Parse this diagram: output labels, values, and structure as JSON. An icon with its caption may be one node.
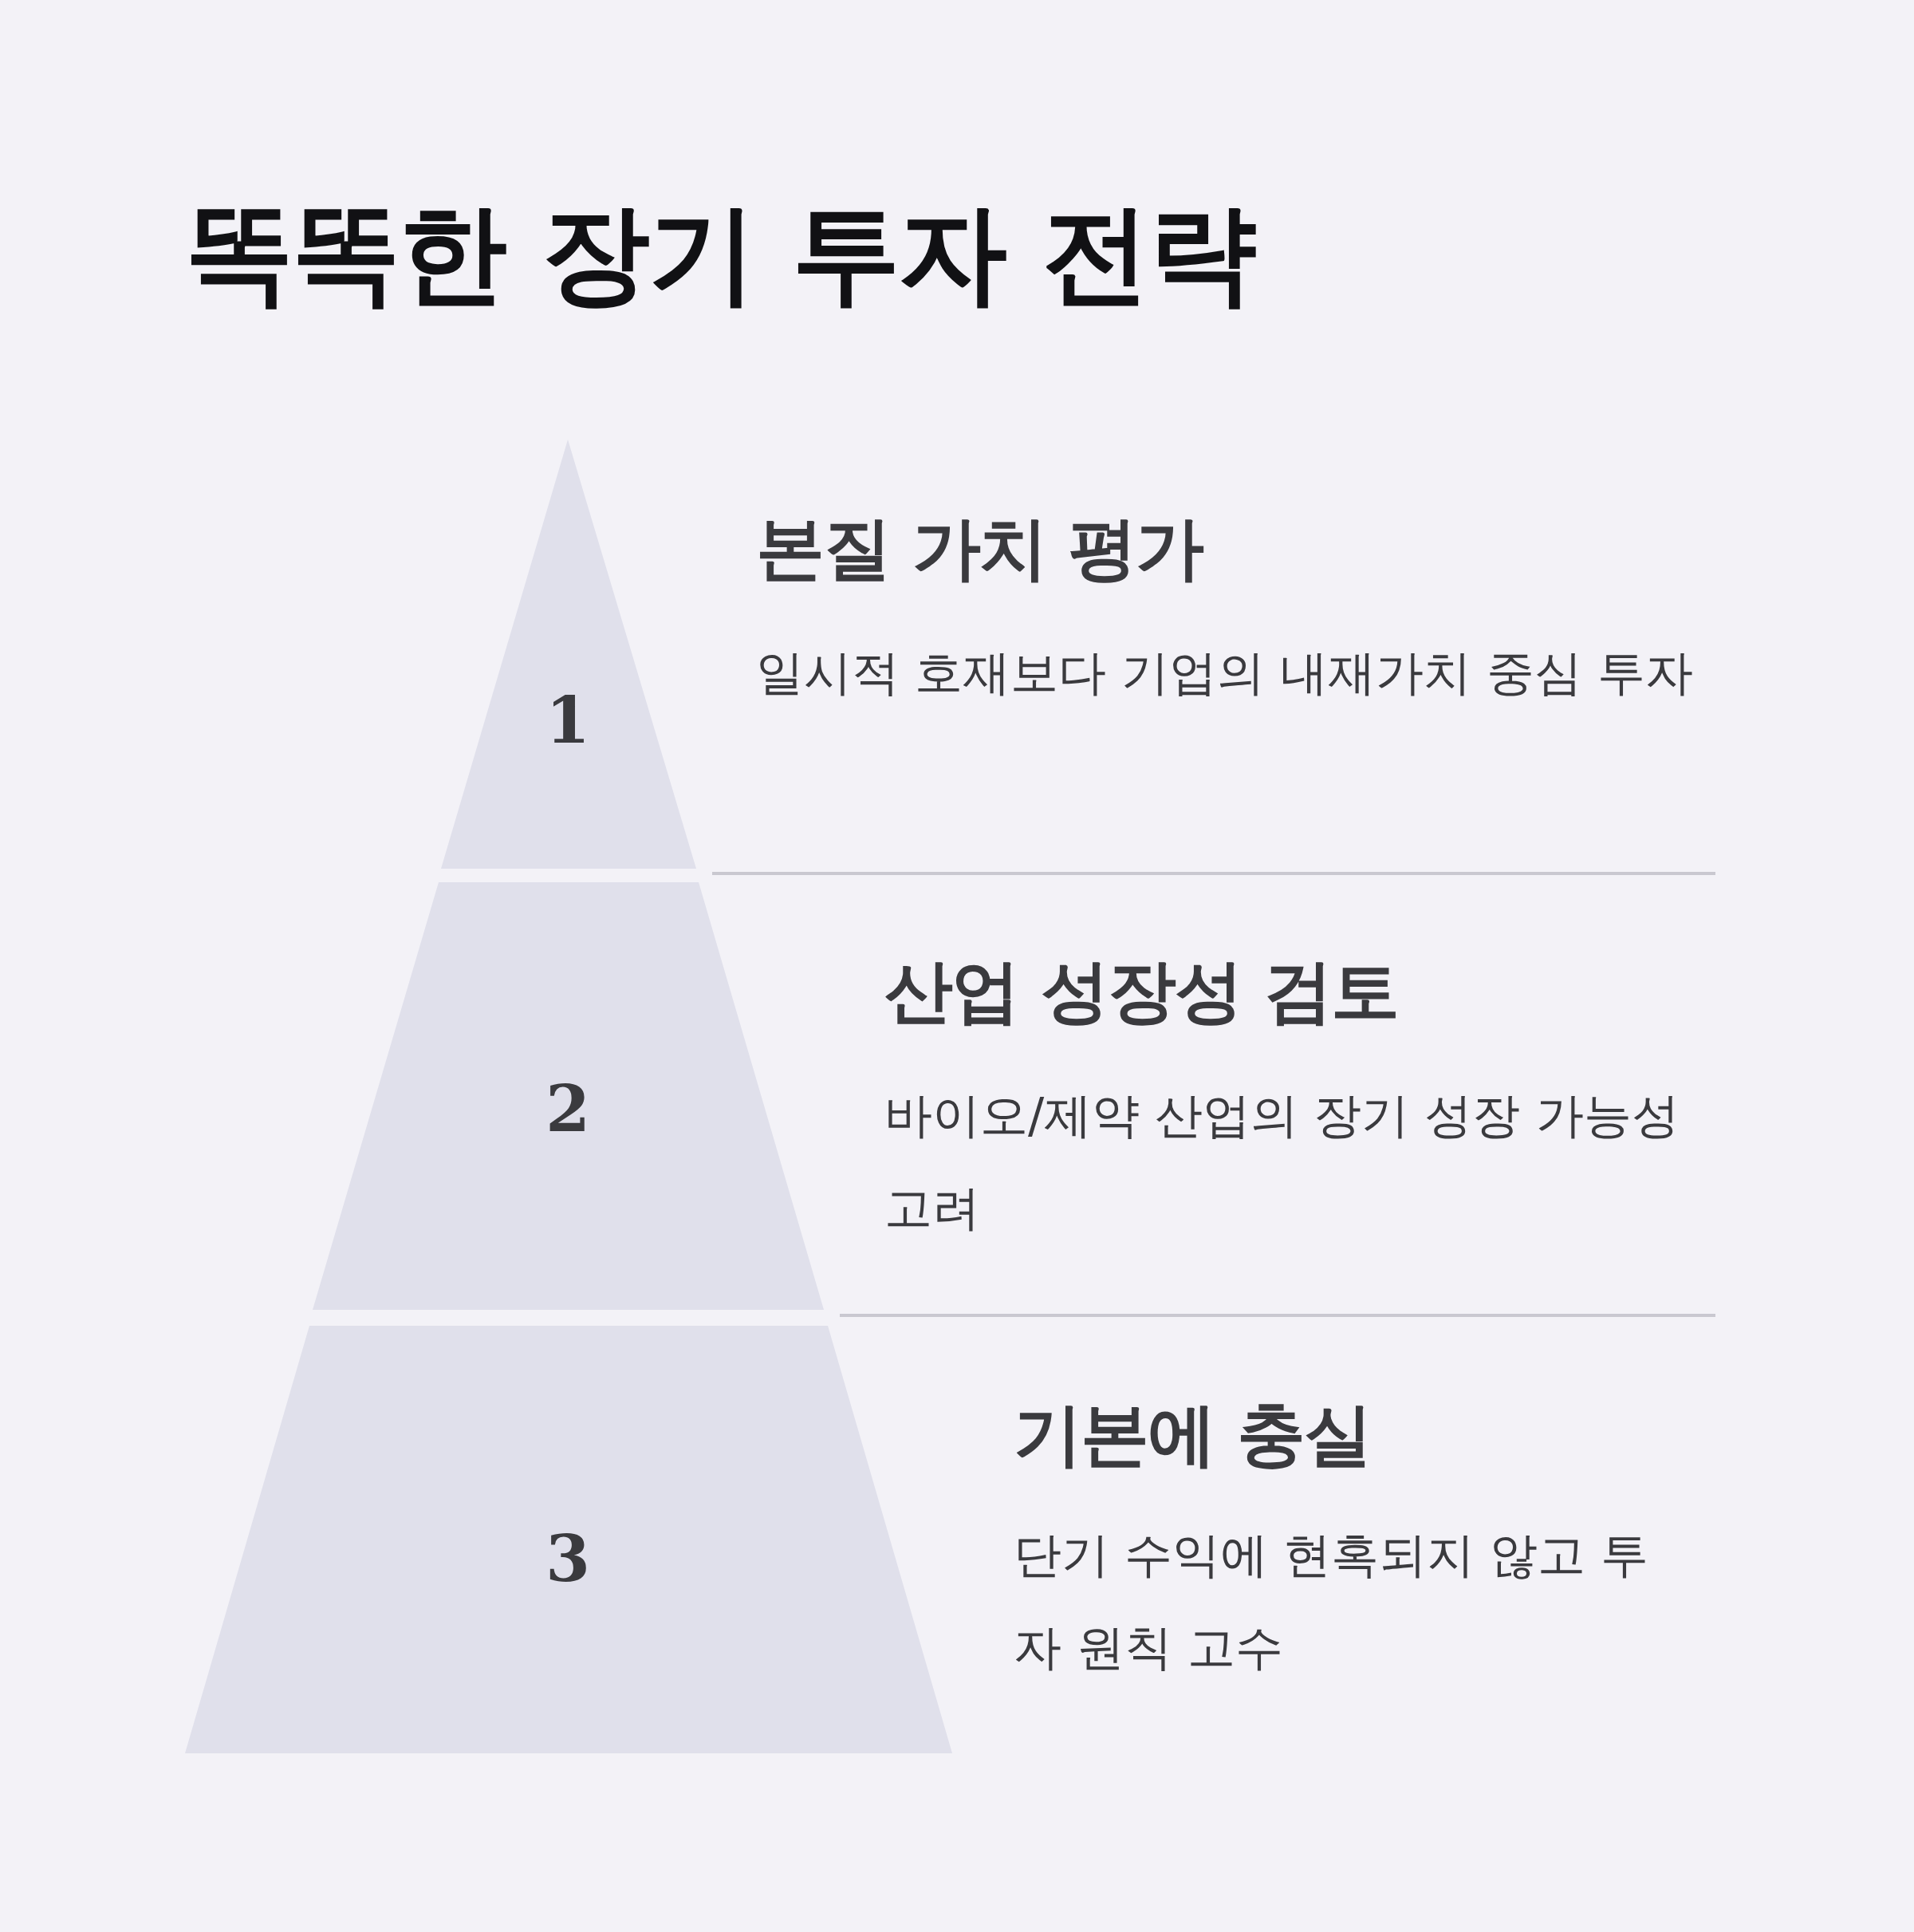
{
  "diagram": {
    "title": "똑똑한 장기 투자 전략",
    "nodes": [
      {
        "text": [
          "1"
        ],
        "beside": [
          "본질 가치 평가",
          "일시적 호재보다 기업의 내재가치 중심 투자"
        ]
      },
      {
        "text": [
          "2"
        ],
        "beside": [
          "산업 성장성 검토",
          "바이오/제약 산업의 장기 성장 가능성 고려"
        ]
      },
      {
        "text": [
          "3"
        ],
        "beside": [
          "기본에 충실",
          "단기 수익에 현혹되지 않고 투자 원칙 고수"
        ]
      }
    ],
    "edges": []
  }
}
